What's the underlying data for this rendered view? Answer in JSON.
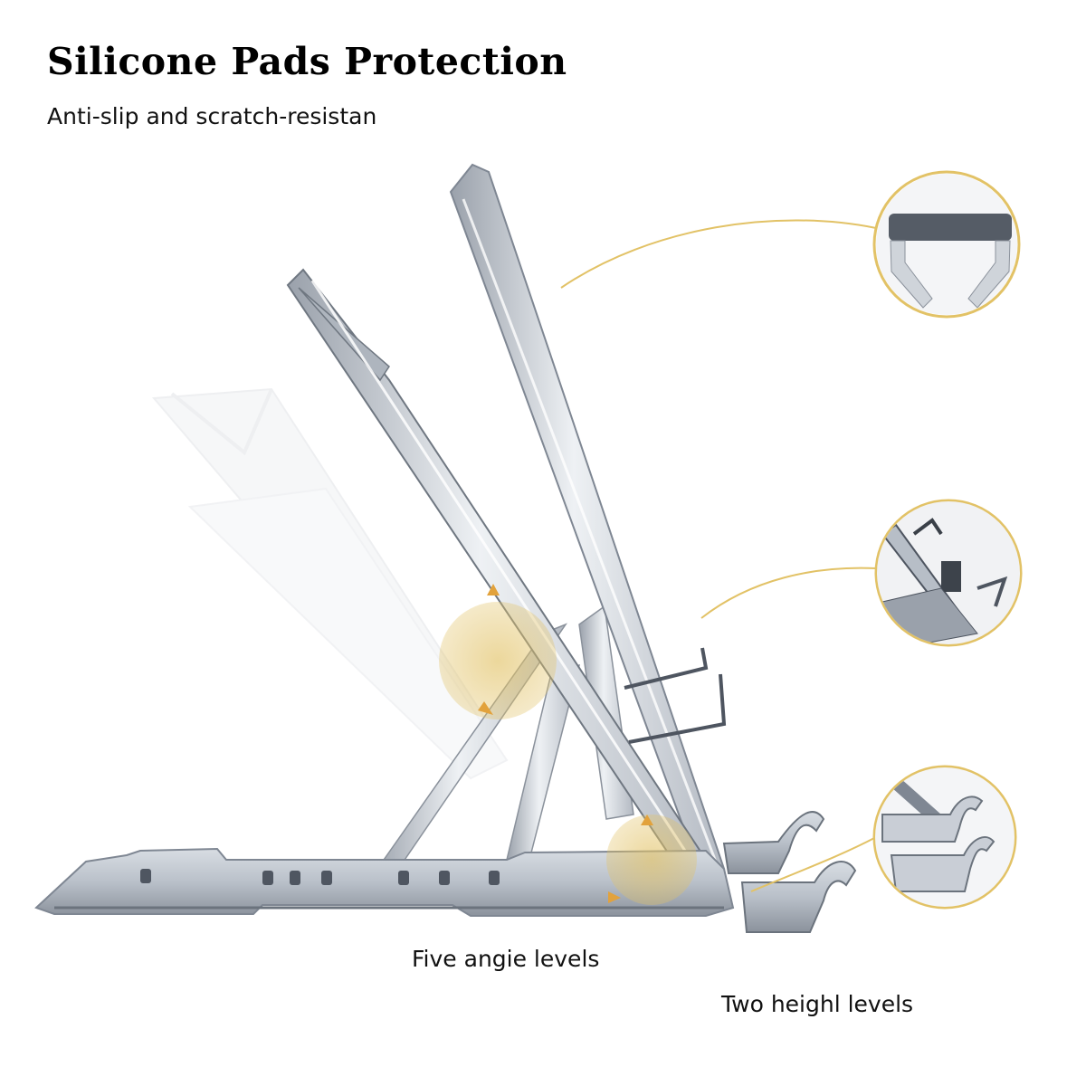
{
  "heading": {
    "title": "Silicone Pads Protection",
    "subtitle": "Anti-slip and scratch-resistan"
  },
  "captions": {
    "angle_levels": "Five angie levels",
    "height_levels": "Two heighl levels"
  },
  "illustration": {
    "subject": "laptop-stand-icon",
    "detail_callouts": [
      "silicone-pad-detail-icon",
      "hinge-joint-detail-icon",
      "hook-detail-icon"
    ]
  },
  "colors": {
    "accent": "#e2c266",
    "metal": "#c9ced6",
    "metal_dark": "#7f8793",
    "text": "#111111"
  }
}
